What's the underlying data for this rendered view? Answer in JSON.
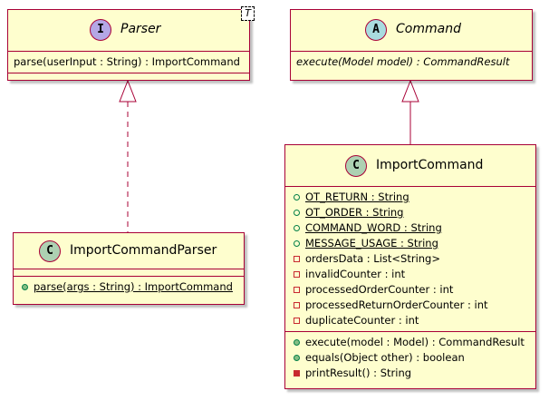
{
  "colors": {
    "box_fill": "#FEFECE",
    "border": "#A80036",
    "interface_badge": "#B4A7E5",
    "abstract_badge": "#A9DCDF",
    "class_badge": "#ADD1B2",
    "public_icon": "#84BE84",
    "private_icon": "#C82930"
  },
  "classes": {
    "parser": {
      "badge": "I",
      "name": "Parser",
      "template_param": "T",
      "operations": [
        "parse(userInput : String) : ImportCommand"
      ]
    },
    "command": {
      "badge": "A",
      "name": "Command",
      "operations": [
        "execute(Model model) : CommandResult"
      ]
    },
    "import_command_parser": {
      "badge": "C",
      "name": "ImportCommandParser",
      "operations": [
        "parse(args : String) : ImportCommand"
      ]
    },
    "import_command": {
      "badge": "C",
      "name": "ImportCommand",
      "fields": [
        "OT_RETURN : String",
        "OT_ORDER : String",
        "COMMAND_WORD : String",
        "MESSAGE_USAGE : String",
        "ordersData : List<String>",
        "invalidCounter : int",
        "processedOrderCounter : int",
        "processedReturnOrderCounter : int",
        "duplicateCounter : int"
      ],
      "operations": [
        "execute(model : Model) : CommandResult",
        "equals(Object other) : boolean",
        "printResult() : String"
      ]
    }
  }
}
